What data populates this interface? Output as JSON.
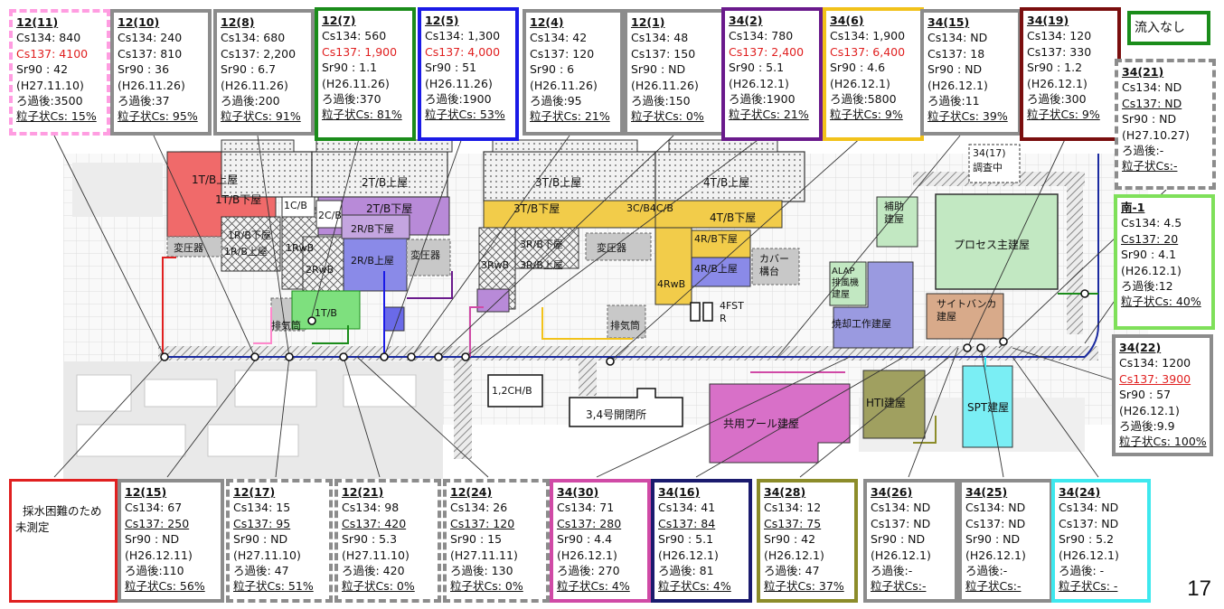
{
  "page_number": "17",
  "no_inflow_label": "流入なし",
  "unmeasured_note": "採水困難のため\n未測定",
  "buildings": {
    "t1u": "1T/B上屋",
    "t1l": "1T/B下屋",
    "t2u": "2T/B上屋",
    "t2l": "2T/B下屋",
    "t3u": "3T/B上屋",
    "t3l": "3T/B下屋",
    "t4u": "4T/B上屋",
    "t4l": "4T/B下屋",
    "c1": "1C/B",
    "c2": "2C/B",
    "c34": "3C/B4C/B",
    "r1l": "1R/B下屋",
    "r1u": "1R/B上屋",
    "r2l": "2R/B下屋",
    "r2u": "2R/B上屋",
    "r3l": "3R/B下屋",
    "r3u": "3R/B上屋",
    "r4l": "4R/B下屋",
    "r4u": "4R/B上屋",
    "rw1": "1RwB",
    "rw2": "2RwB",
    "rw3": "3RwB",
    "rw4": "4RwB",
    "tr1": "変圧器",
    "tr2": "変圧器",
    "tr3": "変圧器",
    "cover": "カバー\n構台",
    "exh1": "排気筒",
    "exh2": "排気筒",
    "trb": "1T/B",
    "fst": "4FST\nR",
    "ch": "1,2CH/B",
    "sw": "3,4号開閉所",
    "pool": "共用プール建屋",
    "hti": "HTI建屋",
    "spt": "SPT建屋",
    "proc": "プロセス主建屋",
    "aux": "補助\n建屋",
    "alap": "ALAP\n排風機\n建屋",
    "work": "焼却工作建屋",
    "site": "サイトバンカ\n建屋",
    "survey": "34(17)\n調査中"
  },
  "samples": [
    {
      "id": "12(11)",
      "cs134": "Cs134: 840",
      "cs137": "Cs137: 4100",
      "sr90": "Sr90  : 42",
      "date": "(H27.11.10)",
      "filt": "ろ過後:3500",
      "part": "粒子状Cs: 15%",
      "color": "#ff9de1",
      "dash": true,
      "red": true,
      "u137": false
    },
    {
      "id": "12(10)",
      "cs134": "Cs134: 240",
      "cs137": "Cs137: 810",
      "sr90": "Sr90  : 36",
      "date": "(H26.11.26)",
      "filt": "ろ過後:37",
      "part": "粒子状Cs: 95%",
      "color": "#8c8c8c",
      "dash": false,
      "red": false,
      "u137": false
    },
    {
      "id": "12(8)",
      "cs134": "Cs134: 680",
      "cs137": "Cs137: 2,200",
      "sr90": "Sr90  : 6.7",
      "date": "(H26.11.26)",
      "filt": "ろ過後:200",
      "part": "粒子状Cs: 91%",
      "color": "#8c8c8c",
      "dash": false,
      "red": false,
      "u137": false
    },
    {
      "id": "12(7)",
      "cs134": "Cs134: 560",
      "cs137": "Cs137: 1,900",
      "sr90": "Sr90  : 1.1",
      "date": "(H26.11.26)",
      "filt": "ろ過後:370",
      "part": "粒子状Cs: 81%",
      "color": "#1a8c1a",
      "dash": false,
      "red": true,
      "u137": false
    },
    {
      "id": "12(5)",
      "cs134": "Cs134: 1,300",
      "cs137": "Cs137: 4,000",
      "sr90": "Sr90  : 51",
      "date": "(H26.11.26)",
      "filt": "ろ過後:1900",
      "part": "粒子状Cs: 53%",
      "color": "#1a1ae6",
      "dash": false,
      "red": true,
      "u137": false
    },
    {
      "id": "12(4)",
      "cs134": "Cs134: 42",
      "cs137": "Cs137: 120",
      "sr90": "Sr90  : 6",
      "date": "(H26.11.26)",
      "filt": "ろ過後:95",
      "part": "粒子状Cs: 21%",
      "color": "#8c8c8c",
      "dash": false,
      "red": false,
      "u137": false
    },
    {
      "id": "12(1)",
      "cs134": "Cs134: 48",
      "cs137": "Cs137: 150",
      "sr90": "Sr90  : ND",
      "date": "(H26.11.26)",
      "filt": "ろ過後:150",
      "part": "粒子状Cs: 0%",
      "color": "#8c8c8c",
      "dash": false,
      "red": false,
      "u137": false
    },
    {
      "id": "34(2)",
      "cs134": "Cs134: 780",
      "cs137": "Cs137: 2,400",
      "sr90": "Sr90  : 5.1",
      "date": "(H26.12.1)",
      "filt": "ろ過後:1900",
      "part": "粒子状Cs: 21%",
      "color": "#6a1a8c",
      "dash": false,
      "red": true,
      "u137": false
    },
    {
      "id": "34(6)",
      "cs134": "Cs134: 1,900",
      "cs137": "Cs137: 6,400",
      "sr90": "Sr90  : 4.6",
      "date": "(H26.12.1)",
      "filt": "ろ過後:5800",
      "part": "粒子状Cs: 9%",
      "color": "#f2c21a",
      "dash": false,
      "red": true,
      "u137": false
    },
    {
      "id": "34(15)",
      "cs134": "Cs134: ND",
      "cs137": "Cs137: 18",
      "sr90": "Sr90  : ND",
      "date": "(H26.12.1)",
      "filt": "ろ過後:11",
      "part": "粒子状Cs: 39%",
      "color": "#8c8c8c",
      "dash": false,
      "red": false,
      "u137": false
    },
    {
      "id": "34(19)",
      "cs134": "Cs134: 120",
      "cs137": "Cs137: 330",
      "sr90": "Sr90  : 1.2",
      "date": "(H26.12.1)",
      "filt": "ろ過後:300",
      "part": "粒子状Cs: 9%",
      "color": "#7a0e0e",
      "dash": false,
      "red": false,
      "u137": false
    },
    {
      "id": "34(21)",
      "cs134": "Cs134: ND",
      "cs137": "Cs137: ND",
      "sr90": "Sr90  : ND",
      "date": "(H27.10.27)",
      "filt": "ろ過後:-",
      "part": "粒子状Cs:-",
      "color": "#8c8c8c",
      "dash": true,
      "red": false,
      "u137": true
    },
    {
      "id": "南-1",
      "cs134": "Cs134: 4.5",
      "cs137": "Cs137: 20",
      "sr90": "Sr90  : 4.1",
      "date": "(H26.12.1)",
      "filt": "ろ過後:12",
      "part": "粒子状Cs: 40%",
      "color": "#7fe05a",
      "dash": false,
      "red": false,
      "u137": true
    },
    {
      "id": "34(22)",
      "cs134": "Cs134: 1200",
      "cs137": "Cs137: 3900",
      "sr90": "Sr90  : 57",
      "date": "(H26.12.1)",
      "filt": "ろ過後:9.9",
      "part": "粒子状Cs: 100%",
      "color": "#8c8c8c",
      "dash": false,
      "red": true,
      "u137": true
    },
    {
      "id": "12(15)",
      "cs134": "Cs134: 67",
      "cs137": "Cs137: 250",
      "sr90": "Sr90  : ND",
      "date": "(H26.12.11)",
      "filt": "ろ過後:110",
      "part": "粒子状Cs: 56%",
      "color": "#8c8c8c",
      "dash": false,
      "red": false,
      "u137": true
    },
    {
      "id": "12(17)",
      "cs134": "Cs134: 15",
      "cs137": "Cs137: 95",
      "sr90": "Sr90  : ND",
      "date": "(H27.11.10)",
      "filt": "ろ過後: 47",
      "part": "粒子状Cs: 51%",
      "color": "#8c8c8c",
      "dash": true,
      "red": false,
      "u137": true
    },
    {
      "id": "12(21)",
      "cs134": "Cs134: 98",
      "cs137": "Cs137: 420",
      "sr90": "Sr90  : 5.3",
      "date": "(H27.11.10)",
      "filt": "ろ過後: 420",
      "part": "粒子状Cs: 0%",
      "color": "#8c8c8c",
      "dash": true,
      "red": false,
      "u137": true
    },
    {
      "id": "12(24)",
      "cs134": "Cs134: 26",
      "cs137": "Cs137: 120",
      "sr90": "Sr90  : 15",
      "date": "(H27.11.11)",
      "filt": "ろ過後: 130",
      "part": "粒子状Cs: 0%",
      "color": "#8c8c8c",
      "dash": true,
      "red": false,
      "u137": true
    },
    {
      "id": "34(30)",
      "cs134": "Cs134: 71",
      "cs137": "Cs137: 280",
      "sr90": "Sr90  : 4.4",
      "date": "(H26.12.1)",
      "filt": "ろ過後: 270",
      "part": "粒子状Cs: 4%",
      "color": "#d04aa6",
      "dash": false,
      "red": false,
      "u137": true
    },
    {
      "id": "34(16)",
      "cs134": "Cs134: 41",
      "cs137": "Cs137: 84",
      "sr90": "Sr90  : 5.1",
      "date": "(H26.12.1)",
      "filt": "ろ過後: 81",
      "part": "粒子状Cs: 4%",
      "color": "#1a1a6e",
      "dash": false,
      "red": false,
      "u137": true
    },
    {
      "id": "34(28)",
      "cs134": "Cs134: 12",
      "cs137": "Cs137: 75",
      "sr90": "Sr90  : 42",
      "date": "(H26.12.1)",
      "filt": "ろ過後: 47",
      "part": "粒子状Cs: 37%",
      "color": "#8c8c2a",
      "dash": false,
      "red": false,
      "u137": true
    },
    {
      "id": "34(26)",
      "cs134": "Cs134: ND",
      "cs137": "Cs137: ND",
      "sr90": "Sr90  : ND",
      "date": "(H26.12.1)",
      "filt": "ろ過後:-",
      "part": "粒子状Cs:-",
      "color": "#8c8c8c",
      "dash": false,
      "red": false,
      "u137": false
    },
    {
      "id": "34(25)",
      "cs134": "Cs134: ND",
      "cs137": "Cs137: ND",
      "sr90": "Sr90  : ND",
      "date": "(H26.12.1)",
      "filt": "ろ過後:-",
      "part": "粒子状Cs:-",
      "color": "#8c8c8c",
      "dash": false,
      "red": false,
      "u137": false
    },
    {
      "id": "34(24)",
      "cs134": "Cs134: ND",
      "cs137": "Cs137: ND",
      "sr90": "Sr90  : 5.2",
      "date": "(H26.12.1)",
      "filt": "ろ過後: -",
      "part": "粒子状Cs: -",
      "color": "#3ee8ee",
      "dash": false,
      "red": false,
      "u137": false
    }
  ]
}
